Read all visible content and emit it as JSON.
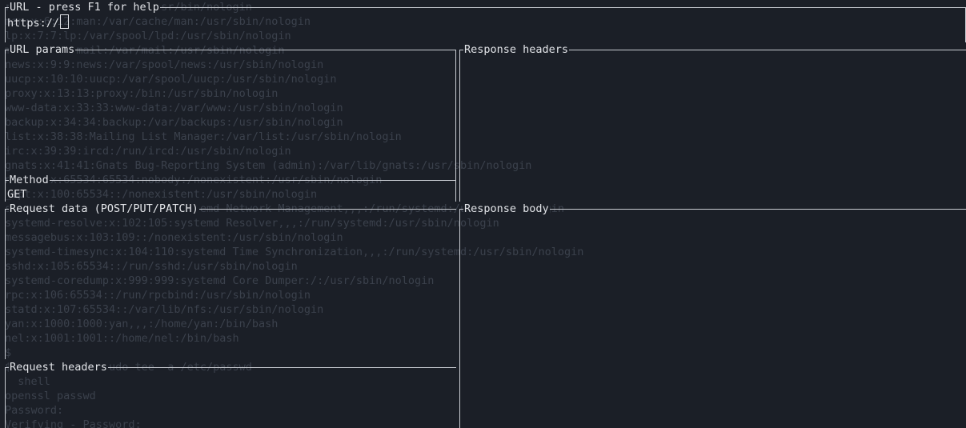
{
  "background_lines": [
    "root:x:0:0:root:/root:/usr/bin/nologin",
    "man:x:6:12:man:/var/cache/man:/usr/sbin/nologin",
    "lp:x:7:7:lp:/var/spool/lpd:/usr/sbin/nologin",
    "mail:x:8:8:mail:/var/mail:/usr/sbin/nologin",
    "news:x:9:9:news:/var/spool/news:/usr/sbin/nologin",
    "uucp:x:10:10:uucp:/var/spool/uucp:/usr/sbin/nologin",
    "proxy:x:13:13:proxy:/bin:/usr/sbin/nologin",
    "www-data:x:33:33:www-data:/var/www:/usr/sbin/nologin",
    "backup:x:34:34:backup:/var/backups:/usr/sbin/nologin",
    "list:x:38:38:Mailing List Manager:/var/list:/usr/sbin/nologin",
    "irc:x:39:39:ircd:/run/ircd:/usr/sbin/nologin",
    "gnats:x:41:41:Gnats Bug-Reporting System (admin):/var/lib/gnats:/usr/sbin/nologin",
    "nobody:x:65534:65534:nobody:/nonexistent:/usr/sbin/nologin",
    "_apt:x:100:65534::/nonexistent:/usr/sbin/nologin",
    "systemd-network:x:101:103:systemd Network Management,,,:/run/systemd:/usr/sbin/nologin",
    "systemd-resolve:x:102:105:systemd Resolver,,,:/run/systemd:/usr/sbin/nologin",
    "messagebus:x:103:109::/nonexistent:/usr/sbin/nologin",
    "systemd-timesync:x:104:110:systemd Time Synchronization,,,:/run/systemd:/usr/sbin/nologin",
    "sshd:x:105:65534::/run/sshd:/usr/sbin/nologin",
    "systemd-coredump:x:999:999:systemd Core Dumper:/:/usr/sbin/nologin",
    "rpc:x:106:65534::/run/rpcbind:/usr/sbin/nologin",
    "statd:x:107:65534::/var/lib/nfs:/usr/sbin/nologin",
    "yan:x:1000:1000:yan,,,:/home/yan:/bin/bash",
    "nel:x:1001:1001::/home/nel:/bin/bash",
    "$ ",
    "$ echo 'nel' | sudo tee -a /etc/passwd",
    "  shell",
    "openssl passwd",
    "Password:",
    "Verifying - Password:"
  ],
  "url_panel": {
    "title": "URL - press F1 for help",
    "value": "https://"
  },
  "url_params_panel": {
    "title": "URL params"
  },
  "response_headers_panel": {
    "title": "Response headers"
  },
  "method_panel": {
    "title": "Method",
    "value": "GET"
  },
  "request_data_panel": {
    "title": "Request data (POST/PUT/PATCH)"
  },
  "response_body_panel": {
    "title": "Response body"
  },
  "request_headers_panel": {
    "title": "Request headers"
  },
  "colors": {
    "background": "#1b1f27",
    "foreground": "#e2e4e8",
    "border": "#c9ccd2",
    "dim_text": "#3b414c"
  }
}
